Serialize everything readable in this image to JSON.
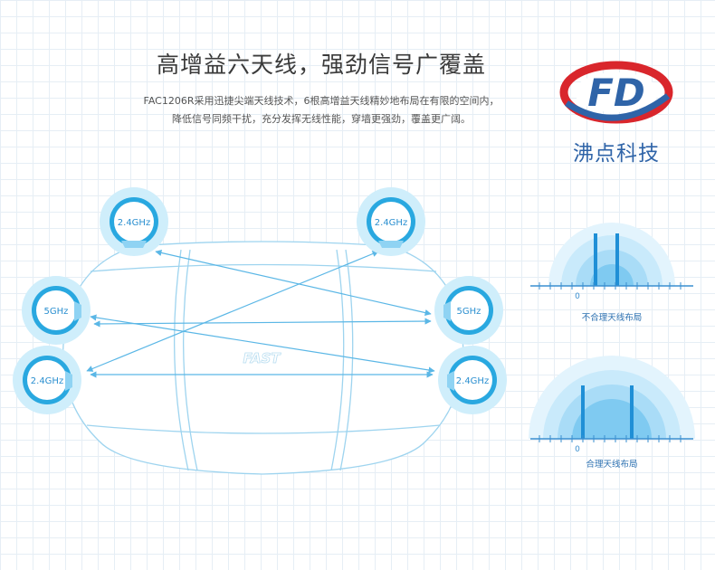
{
  "headline": "高增益六天线，强劲信号广覆盖",
  "description": {
    "line1": "FAC1206R采用迅捷尖端天线技术，6根高增益天线精妙地布局在有限的空间内，",
    "line2": "降低信号同频干扰，充分发挥无线性能，穿墙更强劲，覆盖更广阔。"
  },
  "brand": {
    "logo_letters": "FD",
    "name": "沸点科技",
    "colors": {
      "blue": "#2f64a8",
      "red": "#d9262c"
    }
  },
  "router": {
    "logo_text": "FAST",
    "antennas": [
      {
        "id": "top-left",
        "band": "2.4GHz"
      },
      {
        "id": "top-right",
        "band": "2.4GHz"
      },
      {
        "id": "mid-left",
        "band": "5GHz"
      },
      {
        "id": "mid-right",
        "band": "5GHz"
      },
      {
        "id": "bottom-left",
        "band": "2.4GHz"
      },
      {
        "id": "bottom-right",
        "band": "2.4GHz"
      }
    ]
  },
  "comparison": {
    "bad": {
      "axis_label": "0",
      "caption": "不合理天线布局"
    },
    "good": {
      "axis_label": "0",
      "caption": "合理天线布局"
    }
  },
  "colors": {
    "accent": "#29a8e0",
    "ring": "#cfeefb",
    "line": "#7fc8ec",
    "text_blue": "#2a6fb0"
  }
}
